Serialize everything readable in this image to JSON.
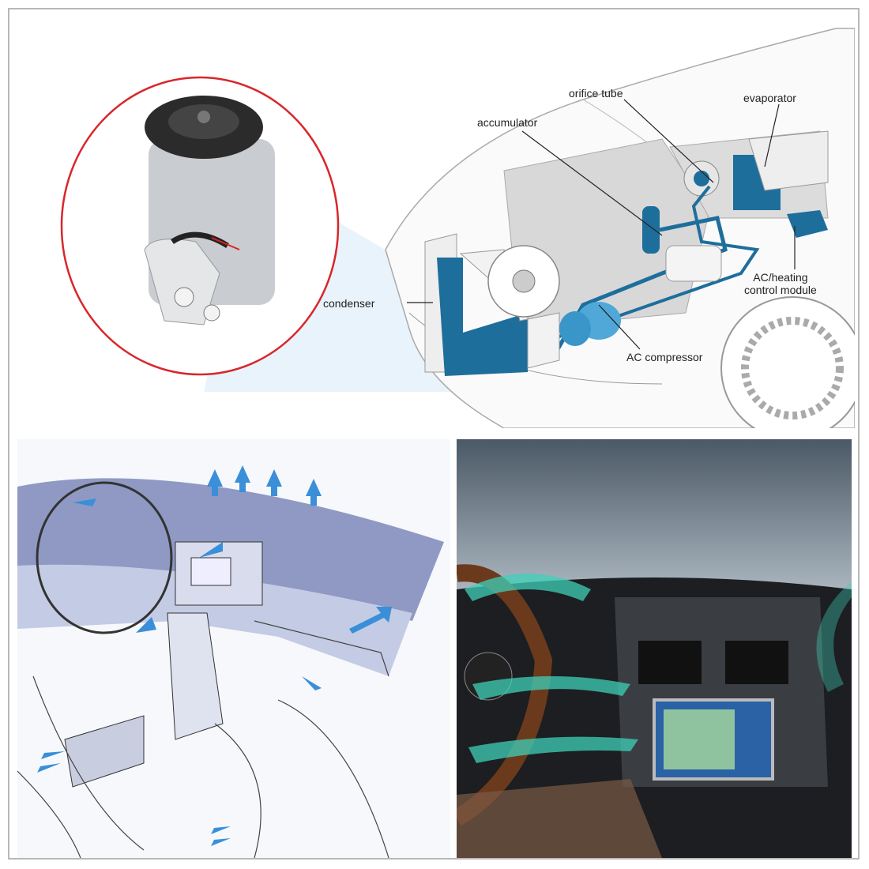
{
  "diagram": {
    "labels": {
      "orifice_tube": "orifice tube",
      "evaporator": "evaporator",
      "accumulator": "accumulator",
      "condenser": "condenser",
      "control_module_line1": "AC/heating",
      "control_module_line2": "control module",
      "ac_compressor": "AC compressor"
    },
    "colors": {
      "component_blue": "#1e6e9c",
      "highlight_circle": "#d9262a",
      "airflow_blue": "#3a8fd8",
      "airflow_teal": "#3fd0b8"
    }
  }
}
